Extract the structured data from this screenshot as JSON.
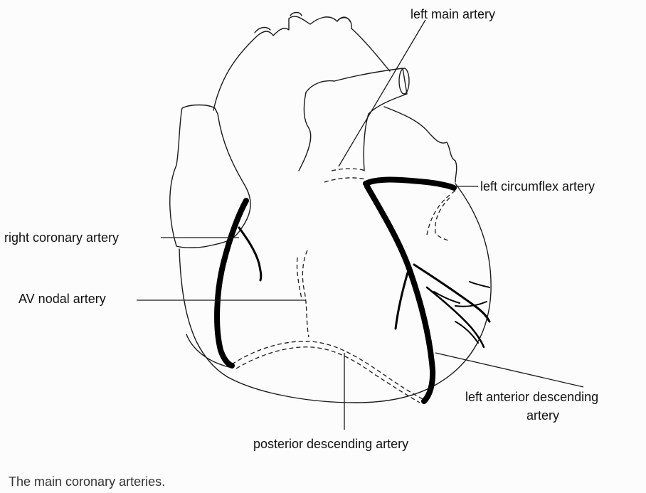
{
  "diagram": {
    "labels": {
      "left_main_artery": "left main artery",
      "left_circumflex_artery": "left circumflex artery",
      "right_coronary_artery": "right coronary artery",
      "av_nodal_artery": "AV nodal artery",
      "left_anterior_descending_line1": "left anterior descending",
      "left_anterior_descending_line2": "artery",
      "posterior_descending_artery": "posterior descending artery"
    },
    "caption": "The main coronary arteries."
  }
}
